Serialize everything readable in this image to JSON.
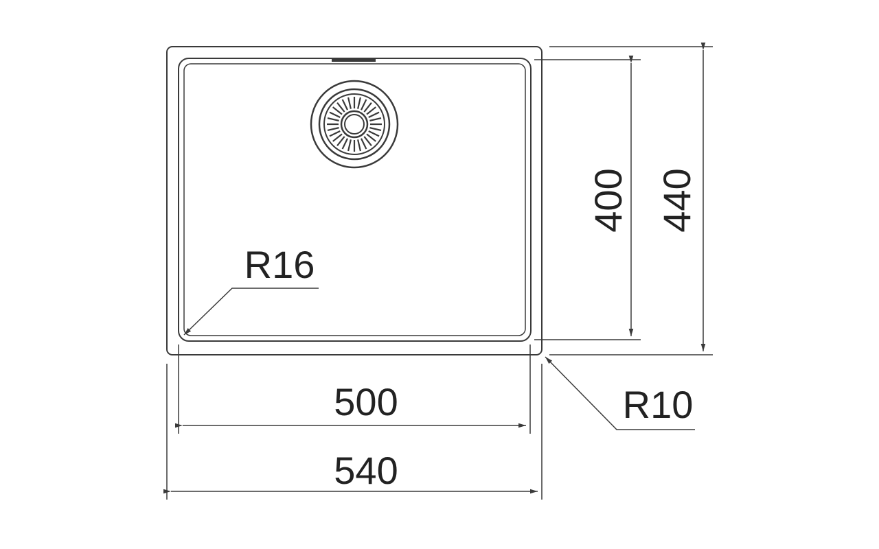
{
  "dimensions": {
    "inner_width": "500",
    "outer_width": "540",
    "inner_height": "400",
    "outer_height": "440",
    "inner_corner_radius": "R16",
    "outer_corner_radius": "R10"
  },
  "colors": {
    "line": "#3a3a3a",
    "text": "#222222",
    "background": "#ffffff"
  }
}
